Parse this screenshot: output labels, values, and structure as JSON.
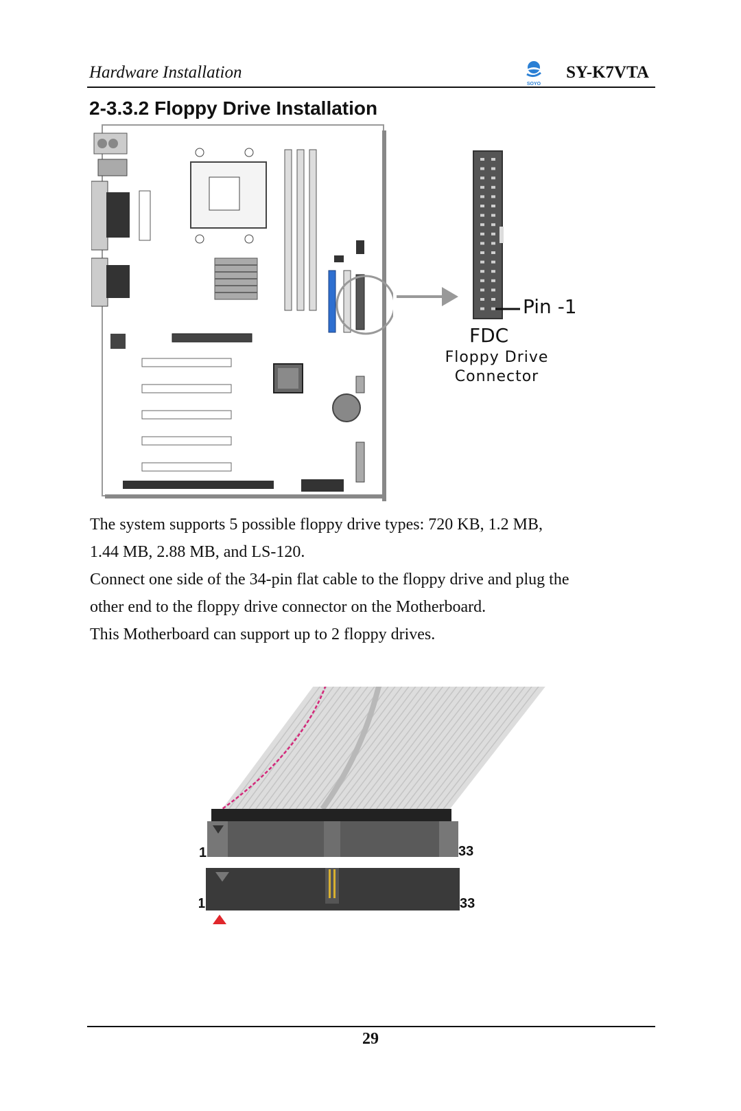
{
  "header": {
    "section": "Hardware Installation",
    "model": "SY-K7VTA",
    "logo_text": "SOYO"
  },
  "title": "2-3.3.2 Floppy Drive Installation",
  "diagram": {
    "pin_label": "Pin -1",
    "connector_name": "FDC",
    "connector_desc_line1": "Floppy Drive",
    "connector_desc_line2": "Connector",
    "colors": {
      "fdc_connector": "#2e6fd0",
      "board_outline": "#888888",
      "arrow": "#999999"
    }
  },
  "body": {
    "p1_line1": "The system supports 5 possible floppy drive types: 720 KB, 1.2 MB,",
    "p1_line2": "1.44 MB, 2.88 MB, and LS-120.",
    "p2_line1": "Connect one side of the 34-pin flat cable to the floppy drive and plug the",
    "p2_line2": "other end to the floppy drive connector on the Motherboard.",
    "p3": "This Motherboard can support up to 2 floppy drives."
  },
  "cable": {
    "top_left": "1",
    "top_right": "33",
    "bottom_left": "1",
    "bottom_right": "33",
    "colors": {
      "pin1_marker": "#e0262b",
      "stripe": "#d4287a"
    }
  },
  "footer": {
    "page_number": "29"
  }
}
